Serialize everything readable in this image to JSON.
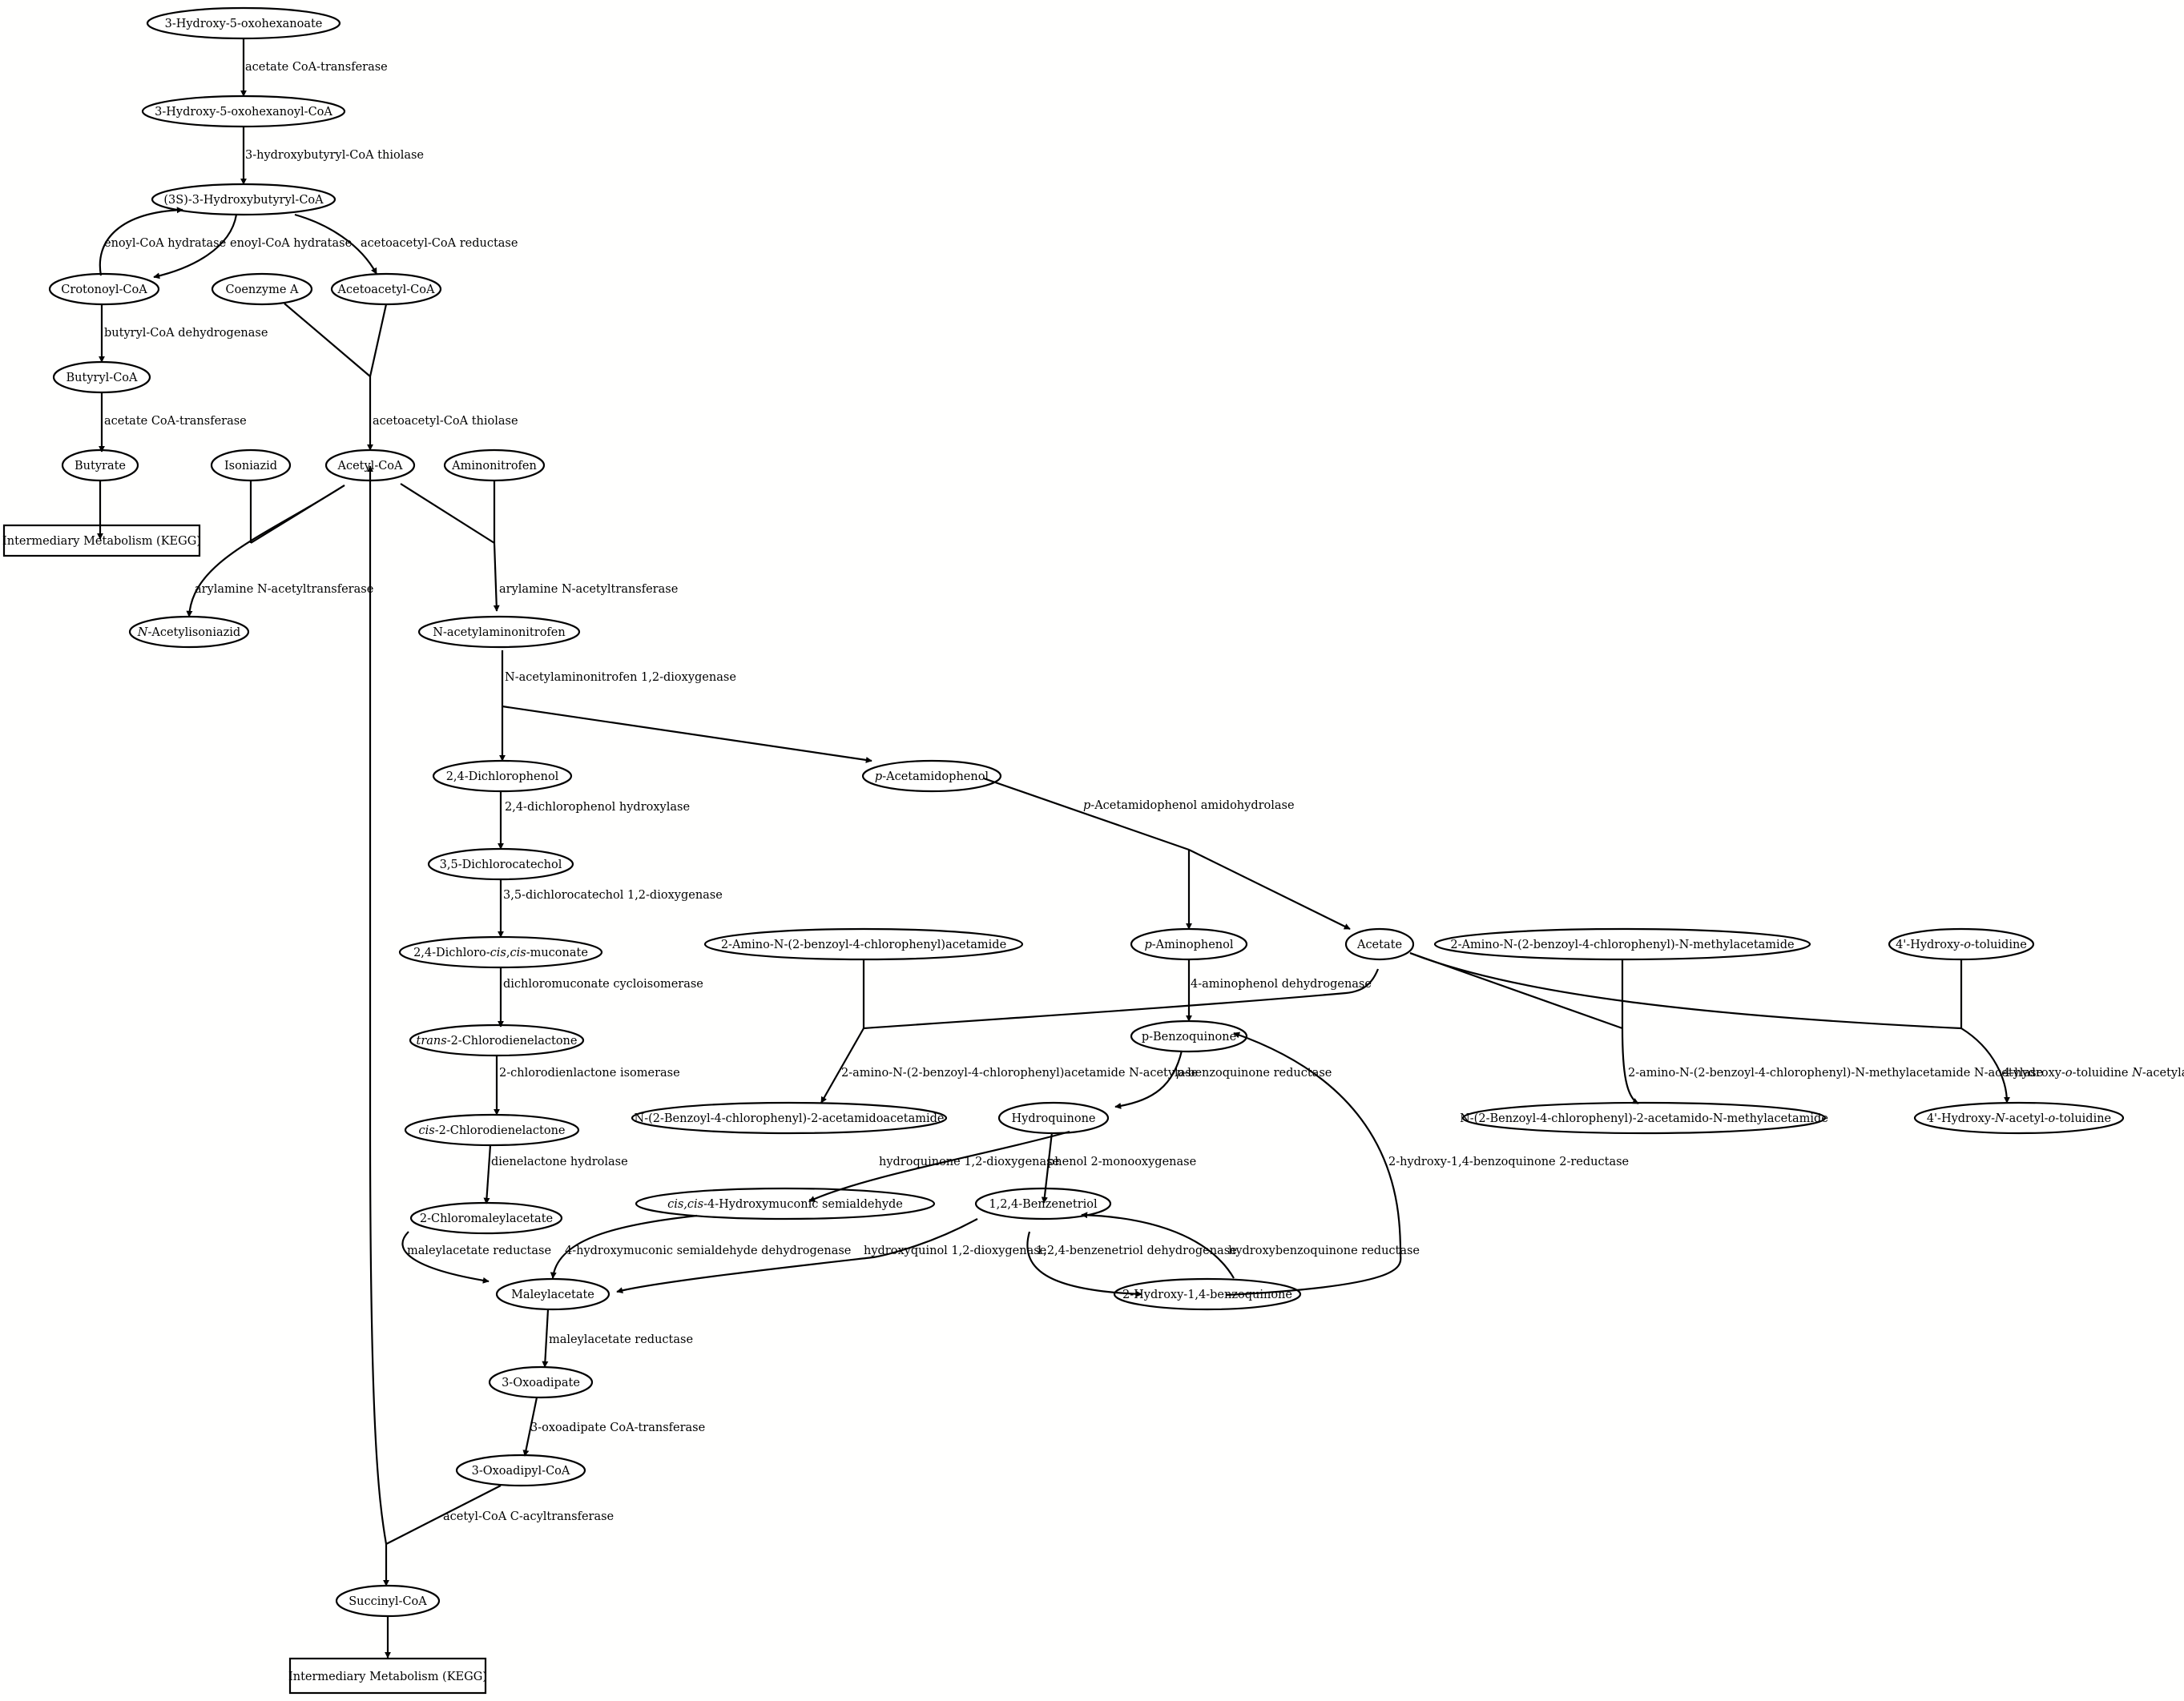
{
  "nodes": {
    "hydroxyoxohexanoate": [
      "3-Hydroxy-5-oxohexanoate"
    ],
    "hydroxyoxohexanoyl_coa": [
      "3-Hydroxy-5-oxohexanoyl-CoA"
    ],
    "hydroxybutyryl_coa": [
      "(3S)-3-Hydroxybutyryl-CoA"
    ],
    "crotonoyl_coa": [
      "Crotonoyl-CoA"
    ],
    "coenzyme_a": [
      "Coenzyme A"
    ],
    "acetoacetyl_coa": [
      "Acetoacetyl-CoA"
    ],
    "butyryl_coa": [
      "Butyryl-CoA"
    ],
    "butyrate": [
      "Butyrate"
    ],
    "isoniazid": [
      "Isoniazid"
    ],
    "acetyl_coa": [
      "Acetyl-CoA"
    ],
    "aminonitrofen": [
      "Aminonitrofen"
    ],
    "kegg_1": [
      "Intermediary Metabolism (KEGG)"
    ],
    "n_acetylisoniazid": [
      {
        "t": "N",
        "i": true
      },
      "-Acetylisoniazid"
    ],
    "n_acetylaminonitrofen": [
      "N-acetylaminonitrofen"
    ],
    "dichlorophenol": [
      "2,4-Dichlorophenol"
    ],
    "acetamidophenol": [
      {
        "t": "p",
        "i": true
      },
      "-Acetamidophenol"
    ],
    "dichlorocatechol": [
      "3,5-Dichlorocatechol"
    ],
    "dichloro_muconate": [
      "2,4-Dichloro-",
      {
        "t": "cis",
        "i": true
      },
      ",",
      {
        "t": "cis",
        "i": true
      },
      "-muconate"
    ],
    "amino_benzoyl_acetamide": [
      "2-Amino-N-(2-benzoyl-4-chlorophenyl)acetamide"
    ],
    "aminophenol": [
      {
        "t": "p",
        "i": true
      },
      "-Aminophenol"
    ],
    "acetate": [
      "Acetate"
    ],
    "amino_benzoyl_methylacetamide": [
      "2-Amino-N-(2-benzoyl-4-chlorophenyl)-N-methylacetamide"
    ],
    "hydroxy_toluidine": [
      "4'-Hydroxy-",
      {
        "t": "o",
        "i": true
      },
      "-toluidine"
    ],
    "trans_chlorodienelactone": [
      {
        "t": "trans",
        "i": true
      },
      "-2-Chlorodienelactone"
    ],
    "p_benzoquinone": [
      "p-Benzoquinone"
    ],
    "cis_chlorodienelactone": [
      {
        "t": "cis",
        "i": true
      },
      "-2-Chlorodienelactone"
    ],
    "benzoyl_acetamidoacetamide": [
      "N-(2-Benzoyl-4-chlorophenyl)-2-acetamidoacetamide"
    ],
    "hydroquinone": [
      "Hydroquinone"
    ],
    "benzoyl_acetamido_methylacetamide": [
      "N-(2-Benzoyl-4-chlorophenyl)-2-acetamido-N-methylacetamide"
    ],
    "hydroxy_acetyl_toluidine": [
      "4'-Hydroxy-",
      {
        "t": "N",
        "i": true
      },
      "-acetyl-",
      {
        "t": "o",
        "i": true
      },
      "-toluidine"
    ],
    "chloromaleylacetate": [
      "2-Chloromaleylacetate"
    ],
    "hydroxymuconic_semialdehyde": [
      {
        "t": "cis,cis",
        "i": true
      },
      "-4-Hydroxymuconic semialdehyde"
    ],
    "benzenetriol": [
      "1,2,4-Benzenetriol"
    ],
    "maleylacetate": [
      "Maleylacetate"
    ],
    "hydroxy_benzoquinone": [
      "2-Hydroxy-1,4-benzoquinone"
    ],
    "oxoadipate": [
      "3-Oxoadipate"
    ],
    "oxoadipyl_coa": [
      "3-Oxoadipyl-CoA"
    ],
    "succinyl_coa": [
      "Succinyl-CoA"
    ],
    "kegg_2": [
      "Intermediary Metabolism (KEGG)"
    ]
  },
  "edge_labels": {
    "acetate_coa_transferase_1": [
      "acetate CoA-transferase"
    ],
    "hydroxybutyryl_coa_thiolase": [
      "3-hydroxybutyryl-CoA thiolase"
    ],
    "enoyl_coa_hydratase_left": [
      "enoyl-CoA hydratase"
    ],
    "enoyl_coa_hydratase_right": [
      "enoyl-CoA hydratase"
    ],
    "acetoacetyl_coa_reductase": [
      "acetoacetyl-CoA reductase"
    ],
    "butyryl_coa_dehydrogenase": [
      "butyryl-CoA dehydrogenase"
    ],
    "acetoacetyl_coa_thiolase": [
      "acetoacetyl-CoA thiolase"
    ],
    "acetate_coa_transferase_2": [
      "acetate CoA-transferase"
    ],
    "arylamine_nat_1": [
      "arylamine N-acetyltransferase"
    ],
    "arylamine_nat_2": [
      "arylamine N-acetyltransferase"
    ],
    "acetylaminonitrofen_dioxygenase": [
      "N-acetylaminonitrofen 1,2-dioxygenase"
    ],
    "dichlorophenol_hydroxylase": [
      "2,4-dichlorophenol hydroxylase"
    ],
    "acetamidophenol_amidohydrolase": [
      {
        "t": "p",
        "i": true
      },
      "-Acetamidophenol amidohydrolase"
    ],
    "dichlorocatechol_dioxygenase": [
      "3,5-dichlorocatechol 1,2-dioxygenase"
    ],
    "dichloromuconate_cycloisomerase": [
      "dichloromuconate cycloisomerase"
    ],
    "aminophenol_dehydrogenase": [
      "4-aminophenol dehydrogenase"
    ],
    "chlorodienlactone_isomerase": [
      "2-chlorodienlactone isomerase"
    ],
    "amino_acetamide_acetylase": [
      "2-amino-N-(2-benzoyl-4-chlorophenyl)acetamide N-acetylase"
    ],
    "benzoquinone_reductase": [
      {
        "t": "p",
        "i": true
      },
      "-benzoquinone reductase"
    ],
    "methylacetamide_acetylase": [
      "2-amino-N-(2-benzoyl-4-chlorophenyl)-N-methylacetamide N-acetylase"
    ],
    "toluidine_acetylase": [
      "4-hydroxy-",
      {
        "t": "o",
        "i": true
      },
      "-toluidine ",
      {
        "t": "N",
        "i": true
      },
      "-acetylase"
    ],
    "dienelactone_hydrolase": [
      "dienelactone hydrolase"
    ],
    "hydroquinone_dioxygenase": [
      "hydroquinone 1,2-dioxygenase"
    ],
    "phenol_monooxygenase": [
      "phenol 2-monooxygenase"
    ],
    "hydroxybenzoquinone_2_reductase": [
      "2-hydroxy-1,4-benzoquinone 2-reductase"
    ],
    "maleylacetate_reductase_1": [
      "maleylacetate reductase"
    ],
    "hydroxymuconic_dehydrogenase": [
      "4-hydroxymuconic semialdehyde dehydrogenase"
    ],
    "hydroxyquinol_dioxygenase": [
      "hydroxyquinol 1,2-dioxygenase"
    ],
    "benzenetriol_dehydrogenase": [
      "1,2,4-benzenetriol dehydrogenase"
    ],
    "hydroxybenzoquinone_reductase": [
      "hydroxybenzoquinone reductase"
    ],
    "maleylacetate_reductase_2": [
      "maleylacetate reductase"
    ],
    "oxoadipate_coa_transferase": [
      "3-oxoadipate CoA-transferase"
    ],
    "acetyl_coa_acyltransferase": [
      "acetyl-CoA C-acyltransferase"
    ]
  }
}
